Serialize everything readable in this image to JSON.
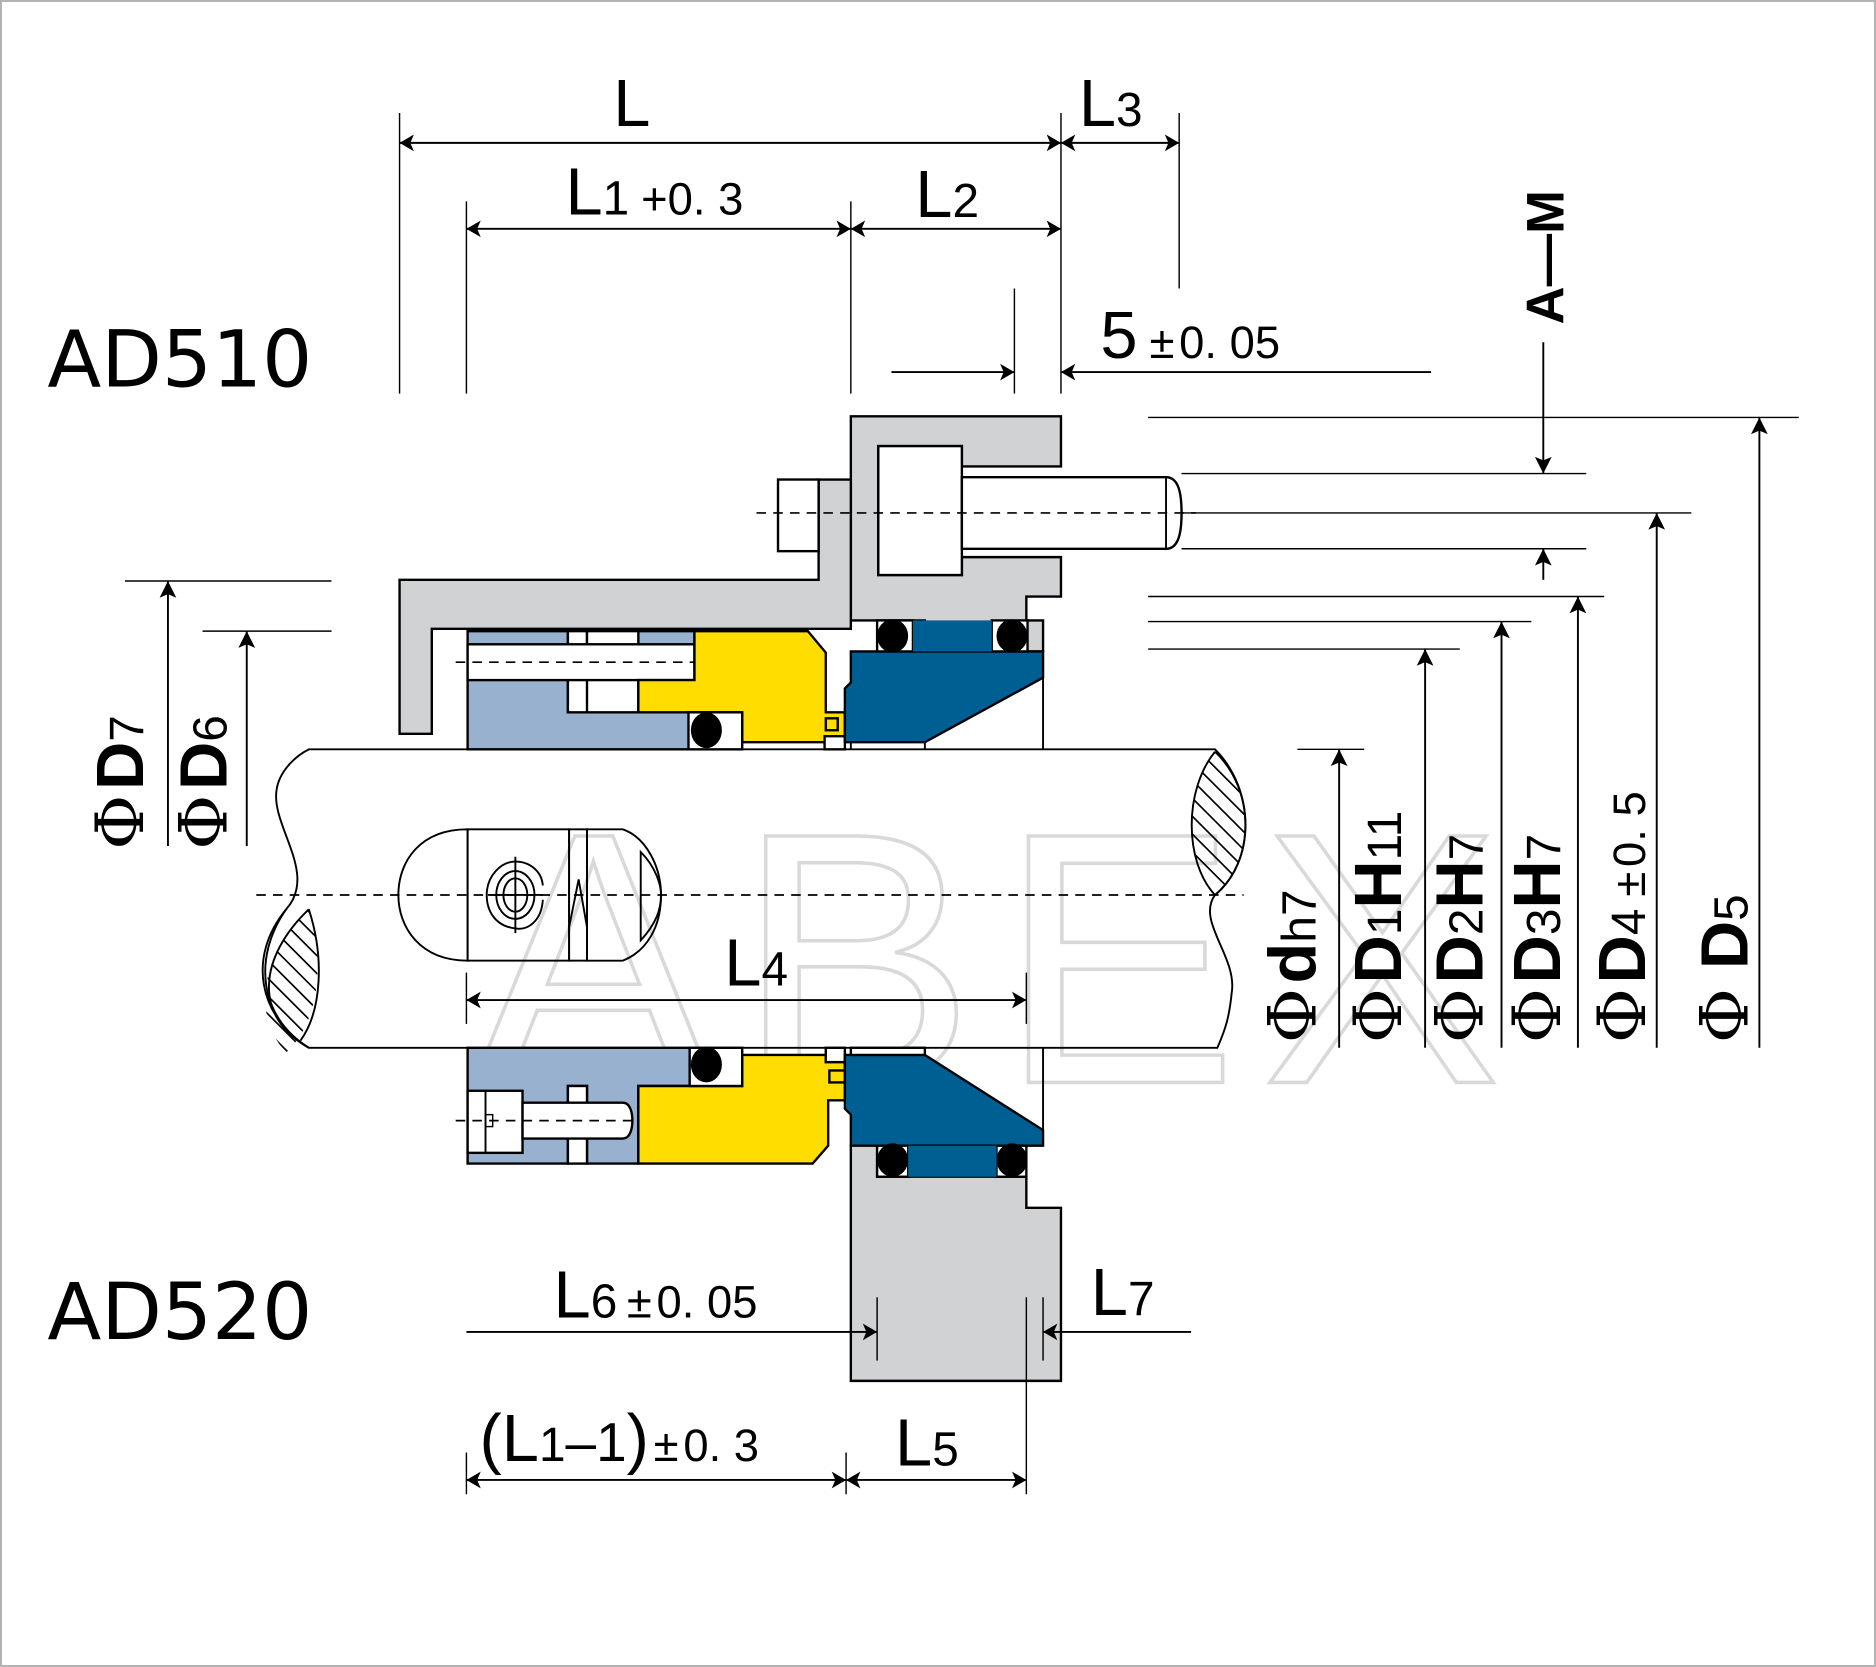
{
  "drawing": {
    "type": "mechanical seal installation drawing",
    "watermark": "ABEX",
    "colors": {
      "gland": "#D1D2D4",
      "rotating_holder": "#98B1CF",
      "rotating_face": "#FFDD00",
      "stationary_seat": "#005F92",
      "o_ring": "#000000",
      "frame_border": "#B3B3B3"
    }
  },
  "models": {
    "top": "AD510",
    "bottom": "AD520"
  },
  "dimensions": {
    "L": {
      "name": "L",
      "sub": "",
      "tol": ""
    },
    "L1": {
      "name": "L",
      "sub": "1",
      "tol": "+0. 3"
    },
    "L2": {
      "name": "L",
      "sub": "2",
      "tol": ""
    },
    "L3": {
      "name": "L",
      "sub": "3",
      "tol": ""
    },
    "five": {
      "name": "5",
      "pm": "±",
      "tol": "0. 05"
    },
    "AM": {
      "name": "A—M"
    },
    "L4": {
      "name": "L",
      "sub": "4"
    },
    "L5": {
      "name": "L",
      "sub": "5"
    },
    "L6": {
      "name": "L",
      "sub": "6",
      "pm": "±",
      "tol": "0. 05"
    },
    "L7": {
      "name": "L",
      "sub": "7"
    },
    "L1m1": {
      "open": "(",
      "name": "L",
      "sub": "1",
      "rest": "–1",
      "close": ")",
      "pm": "±",
      "tol": "0. 3"
    }
  },
  "diameters": {
    "phi": "Φ",
    "D7": {
      "name": "D",
      "sub": "7"
    },
    "D6": {
      "name": "D",
      "sub": "6"
    },
    "d": {
      "name": "d",
      "sub": "h7"
    },
    "D1": {
      "name": "D",
      "sub": "1",
      "fit": "H",
      "fit_sub": "11"
    },
    "D2": {
      "name": "D",
      "sub": "2",
      "fit": "H",
      "fit_sub": "7"
    },
    "D3": {
      "name": "D",
      "sub": "3",
      "fit": "H",
      "fit_sub": "7"
    },
    "D4": {
      "name": "D",
      "sub": "4",
      "pm": "±",
      "tol": "0. 5"
    },
    "D5": {
      "name": "D",
      "sub": "5"
    }
  }
}
